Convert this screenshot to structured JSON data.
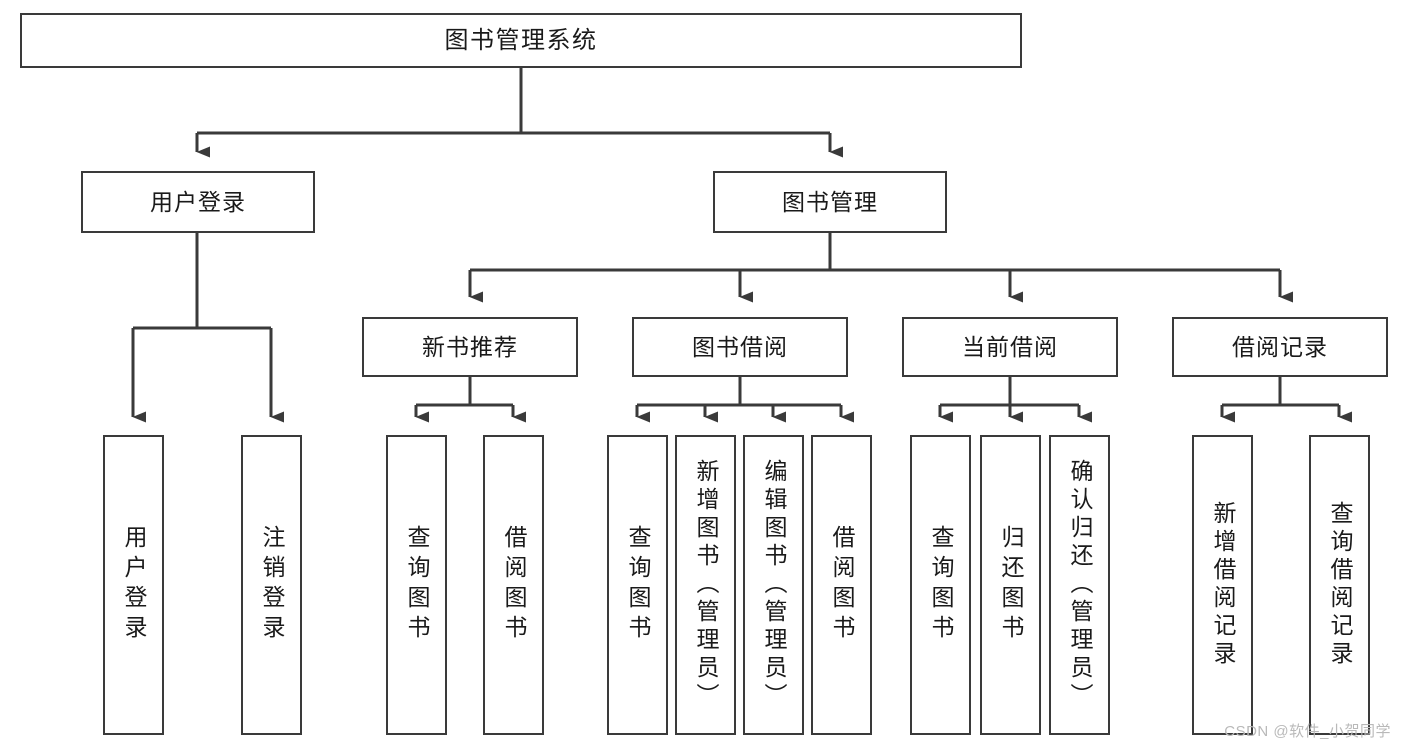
{
  "diagram": {
    "type": "hierarchy-tree",
    "title": "图书管理系统",
    "root": {
      "id": "root",
      "label": "图书管理系统"
    },
    "level2": [
      {
        "id": "user-login",
        "label": "用户登录"
      },
      {
        "id": "book-manage",
        "label": "图书管理"
      }
    ],
    "level3": [
      {
        "id": "new-book-rec",
        "label": "新书推荐",
        "parent": "book-manage"
      },
      {
        "id": "book-borrow",
        "label": "图书借阅",
        "parent": "book-manage"
      },
      {
        "id": "current-borrow",
        "label": "当前借阅",
        "parent": "book-manage"
      },
      {
        "id": "borrow-record",
        "label": "借阅记录",
        "parent": "book-manage"
      }
    ],
    "leaves": [
      {
        "id": "leaf-user-login",
        "label": "用户登录",
        "parent": "user-login"
      },
      {
        "id": "leaf-logout",
        "label": "注销登录",
        "parent": "user-login"
      },
      {
        "id": "leaf-query-book-1",
        "label": "查询图书",
        "parent": "new-book-rec"
      },
      {
        "id": "leaf-borrow-book-1",
        "label": "借阅图书",
        "parent": "new-book-rec"
      },
      {
        "id": "leaf-query-book-2",
        "label": "查询图书",
        "parent": "book-borrow"
      },
      {
        "id": "leaf-add-book",
        "label": "新增图书（管理员）",
        "parent": "book-borrow"
      },
      {
        "id": "leaf-edit-book",
        "label": "编辑图书（管理员）",
        "parent": "book-borrow"
      },
      {
        "id": "leaf-borrow-book-2",
        "label": "借阅图书",
        "parent": "book-borrow"
      },
      {
        "id": "leaf-query-book-3",
        "label": "查询图书",
        "parent": "current-borrow"
      },
      {
        "id": "leaf-return-book",
        "label": "归还图书",
        "parent": "current-borrow"
      },
      {
        "id": "leaf-confirm-return",
        "label": "确认归还（管理员）",
        "parent": "current-borrow"
      },
      {
        "id": "leaf-add-record",
        "label": "新增借阅记录",
        "parent": "borrow-record"
      },
      {
        "id": "leaf-query-record",
        "label": "查询借阅记录",
        "parent": "borrow-record"
      }
    ],
    "colors": {
      "stroke": "#3a3a3a",
      "background": "#ffffff",
      "text": "#1a1a1a",
      "watermark": "#b9b9b9"
    }
  },
  "watermark": {
    "text": "CSDN @软件_小贺同学"
  }
}
